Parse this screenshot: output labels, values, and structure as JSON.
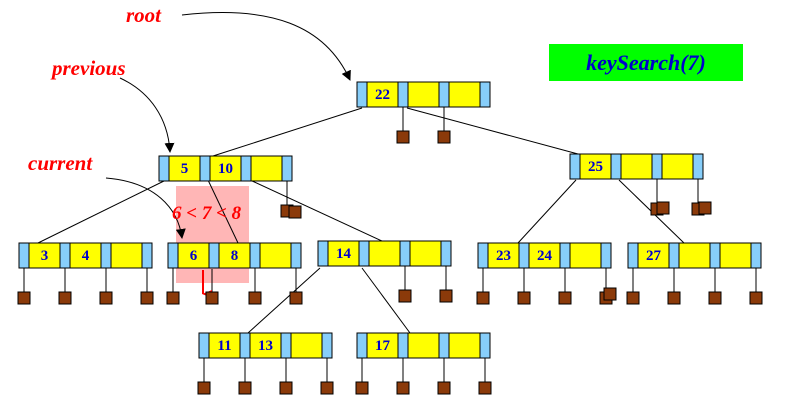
{
  "title": "keySearch(7)",
  "labels": {
    "root": "root",
    "previous": "previous",
    "current": "current"
  },
  "comparison": "6 < 7 < 8",
  "nodes": {
    "root": {
      "keys": [
        "22",
        "",
        ""
      ]
    },
    "n_5_10": {
      "keys": [
        "5",
        "10",
        ""
      ]
    },
    "n_25": {
      "keys": [
        "25",
        "",
        ""
      ]
    },
    "n_3_4": {
      "keys": [
        "3",
        "4",
        ""
      ]
    },
    "n_6_8": {
      "keys": [
        "6",
        "8",
        ""
      ]
    },
    "n_14": {
      "keys": [
        "14",
        "",
        ""
      ]
    },
    "n_23_24": {
      "keys": [
        "23",
        "24",
        ""
      ]
    },
    "n_27": {
      "keys": [
        "27",
        "",
        ""
      ]
    },
    "n_11_13": {
      "keys": [
        "11",
        "13",
        ""
      ]
    },
    "n_17": {
      "keys": [
        "17",
        "",
        ""
      ]
    }
  },
  "colors": {
    "pointer_slot": "#87cefa",
    "key_slot": "#ffff00",
    "null_box": "#8b3a0a",
    "highlight": "#ffb6b6",
    "title_bg": "#00ff00",
    "label": "#ff0000",
    "key_text": "#0000cc"
  }
}
